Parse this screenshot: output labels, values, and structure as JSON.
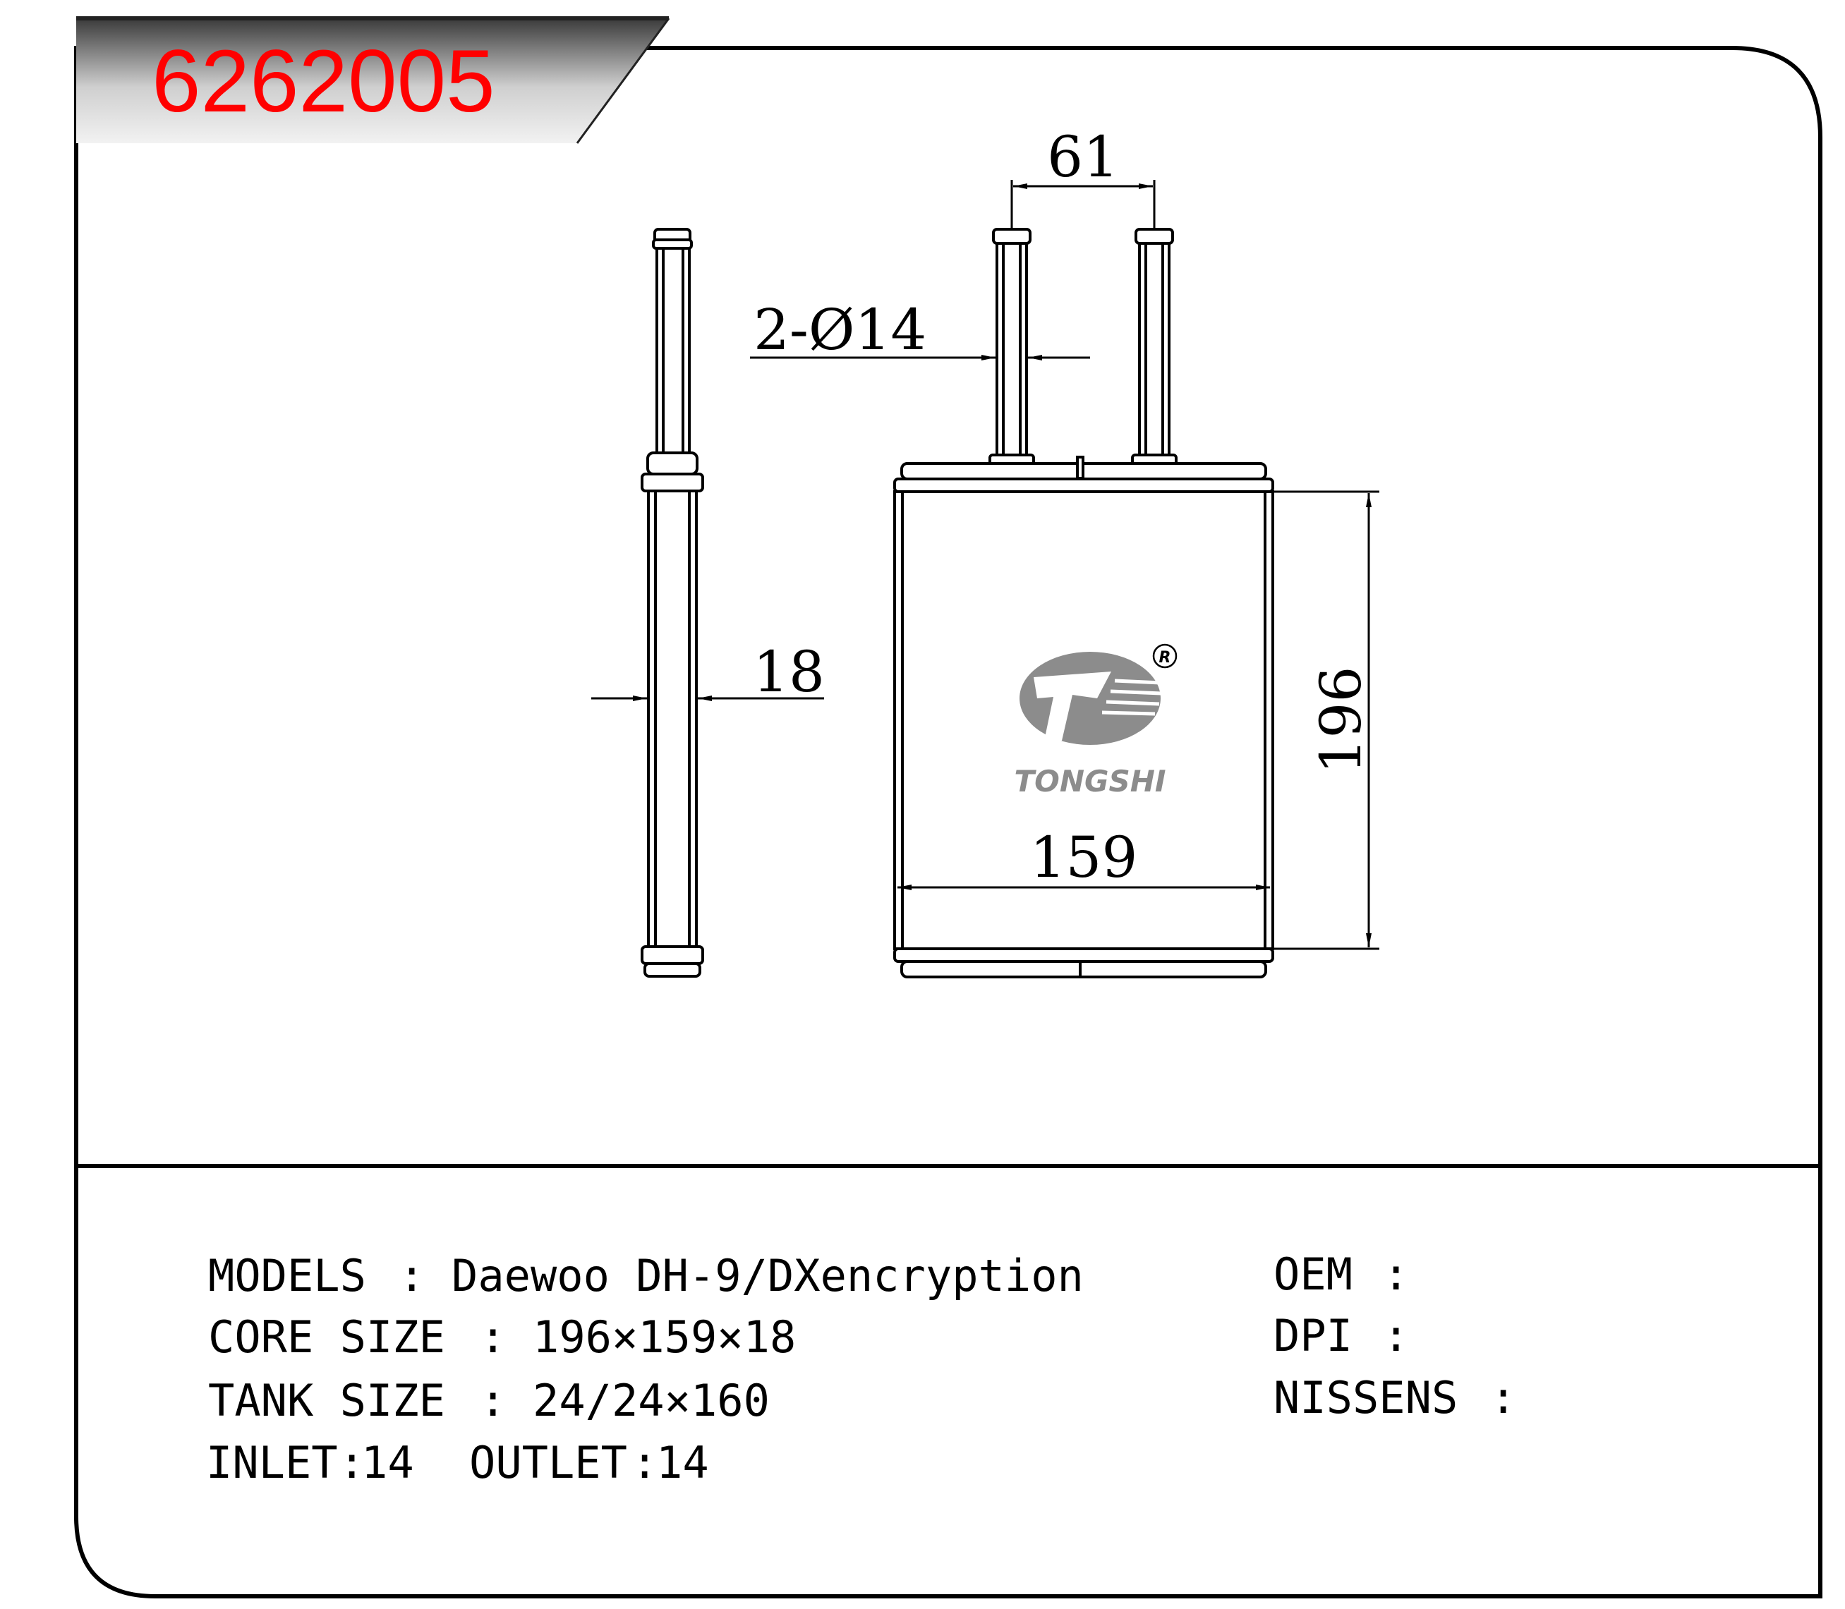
{
  "part_number": "6262005",
  "colors": {
    "part_number": "#ff0000",
    "banner_dark": "#4a4a4a",
    "banner_light": "#e8e8e8",
    "line": "#000000",
    "logo_gray": "#8c8c8c"
  },
  "dimensions": {
    "pipe_spacing": "61",
    "pipe_diameter": "2-Ø14",
    "core_thickness": "18",
    "core_height": "196",
    "core_width": "159"
  },
  "logo": {
    "brand": "TONGSHI",
    "registered": "R"
  },
  "specs": {
    "models": {
      "label": "MODELS",
      "sep": ":",
      "value": "Daewoo DH-9/DXencryption"
    },
    "core_size": {
      "label": "CORE SIZE",
      "sep": ":",
      "value": "196×159×18"
    },
    "tank_size": {
      "label": "TANK SIZE",
      "sep": ":",
      "value": "24/24×160"
    },
    "inlet": {
      "label": "INLET",
      "sep": ":",
      "value": "14"
    },
    "outlet": {
      "label": "OUTLET",
      "sep": ":",
      "value": "14"
    },
    "oem": {
      "label": "OEM",
      "sep": ":",
      "value": ""
    },
    "dpi": {
      "label": "DPI",
      "sep": ":",
      "value": ""
    },
    "nissens": {
      "label": "NISSENS",
      "sep": ":",
      "value": ""
    }
  }
}
